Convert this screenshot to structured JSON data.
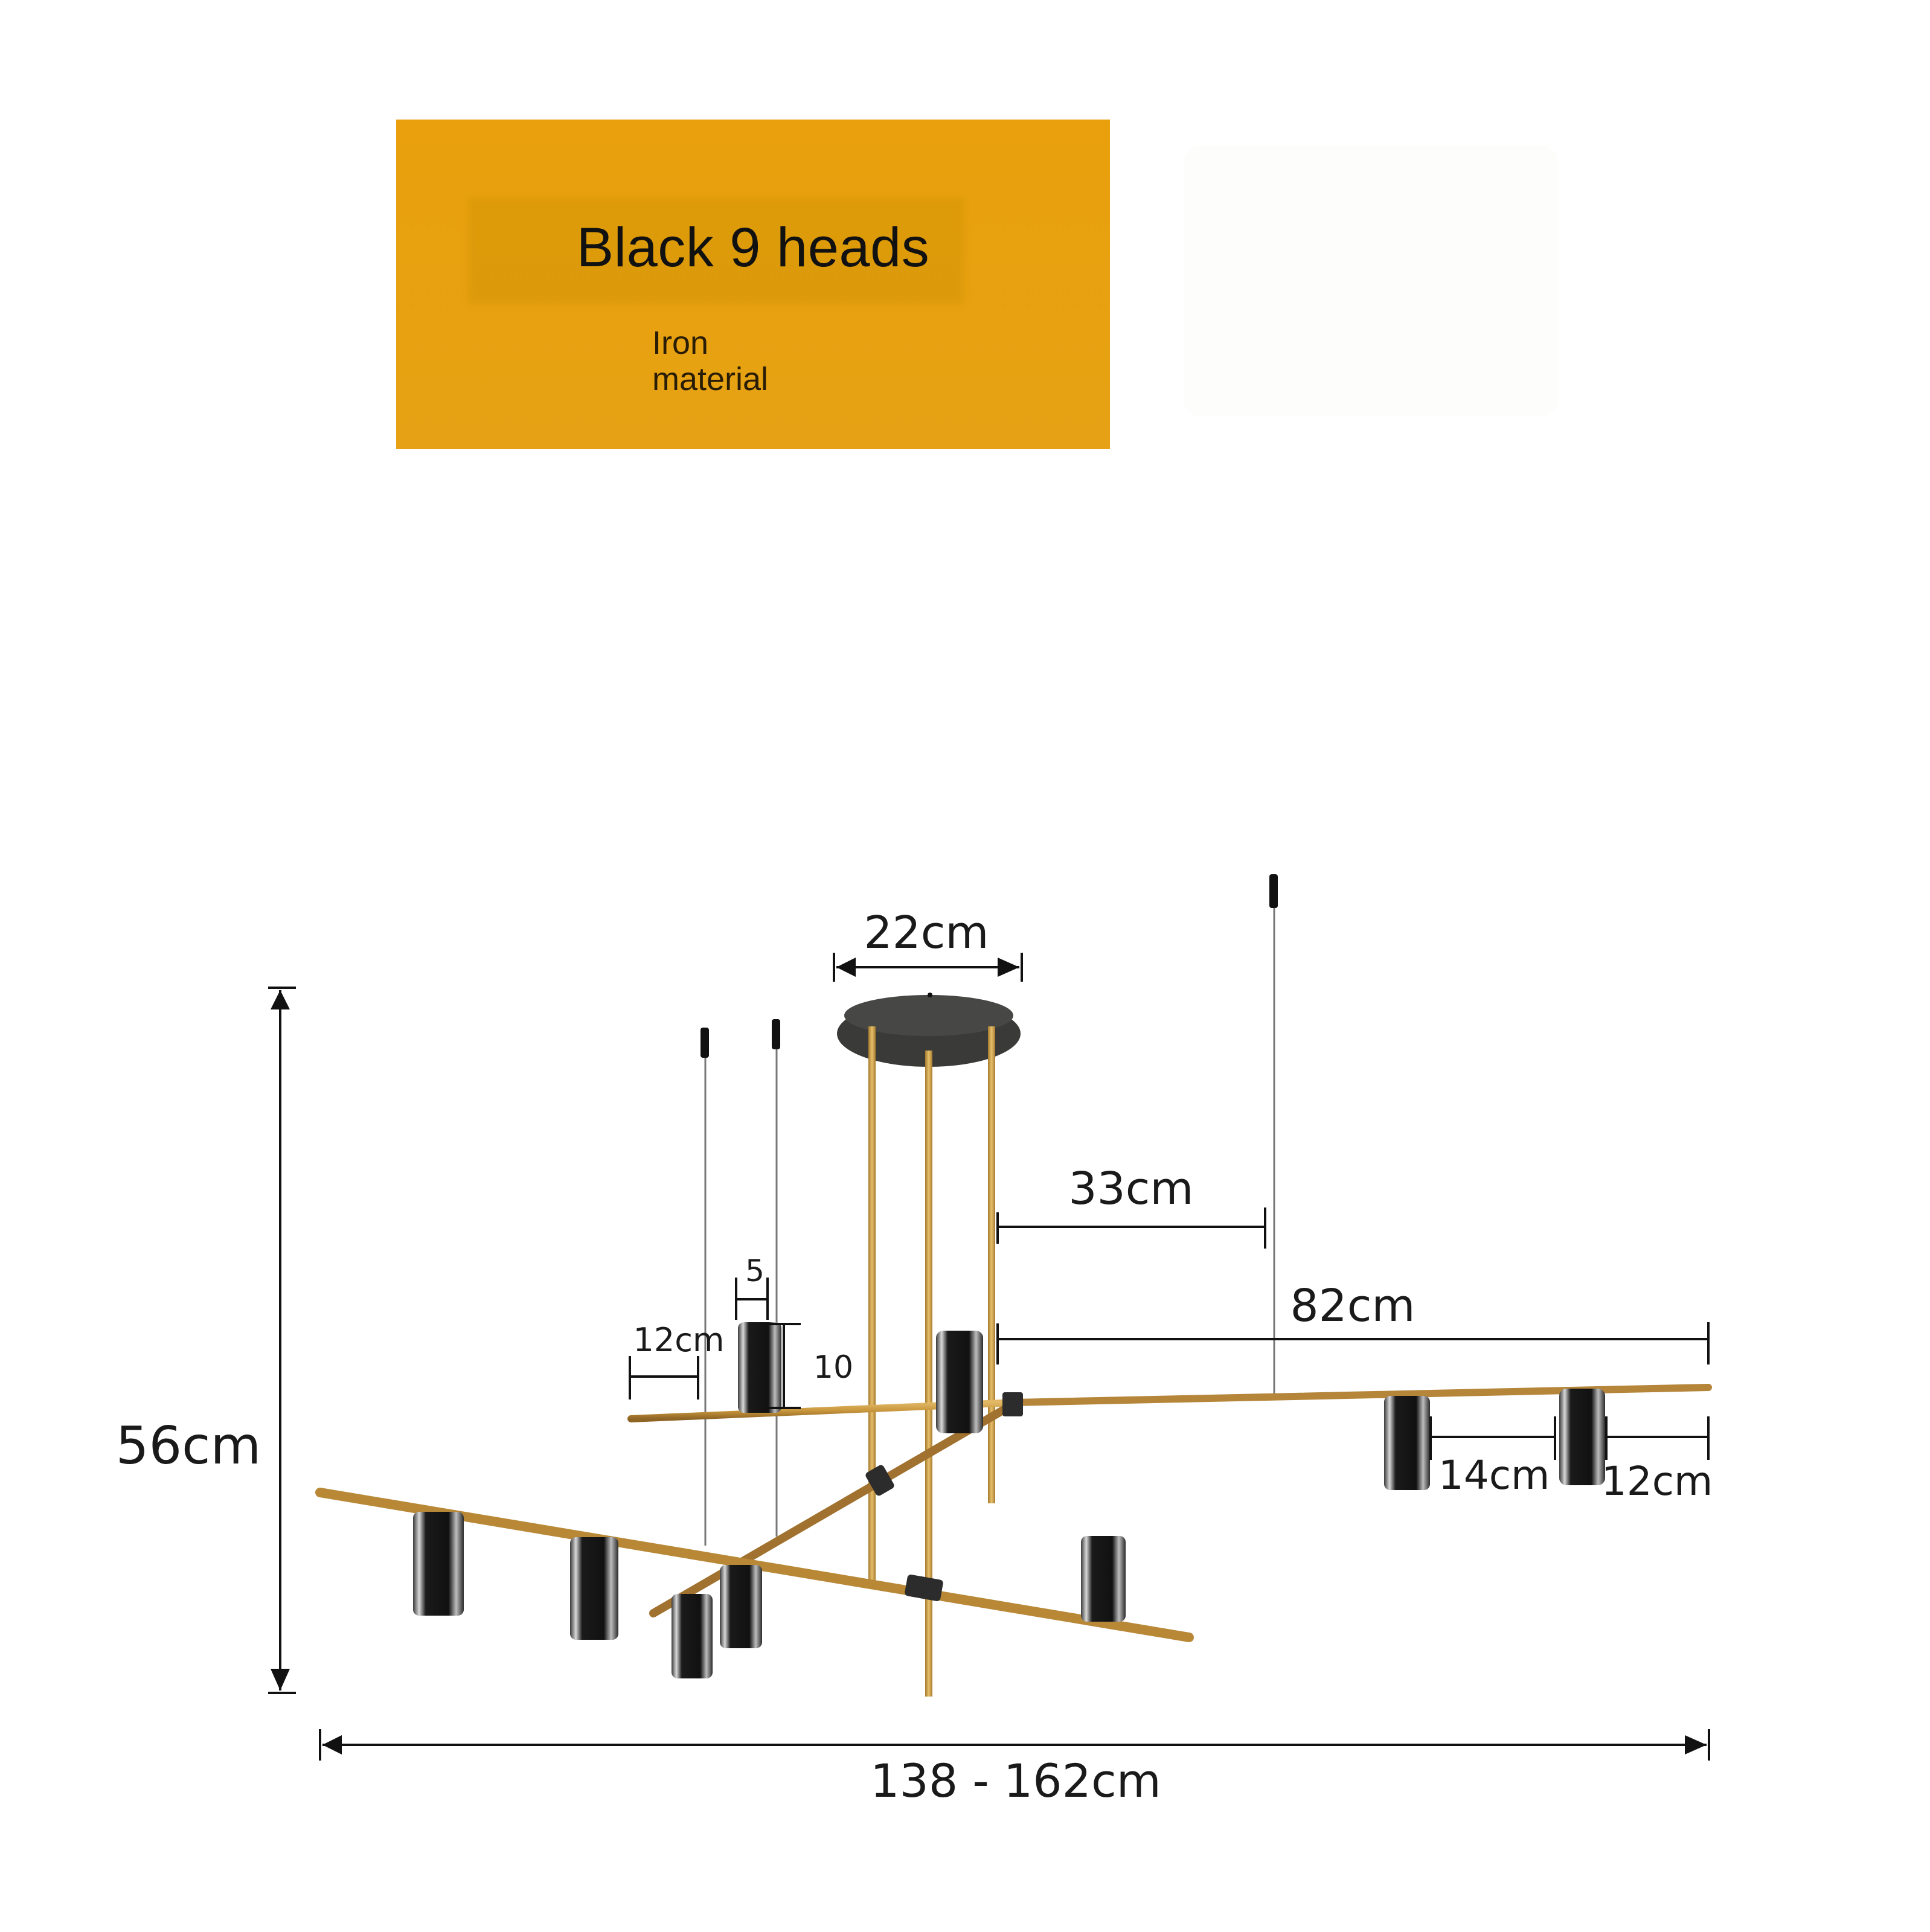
{
  "variant": {
    "title": "Black 9 heads",
    "material_line1": "Iron",
    "material_line2": "material",
    "background_color": "#E8A20E"
  },
  "product": {
    "type": "pendant chandelier",
    "heads": 9,
    "arm_color": "#C9973F",
    "shade_color": "#1E1E1E"
  },
  "dimensions": {
    "canopy_diameter": "22cm",
    "height": "56cm",
    "total_width": "138 - 162cm",
    "arm_offset": "33cm",
    "right_arm_length": "82cm",
    "shade_width": "5",
    "shade_height": "10",
    "left_end_offset": "12cm",
    "shade_spacing": "14cm",
    "right_end_offset": "12cm"
  }
}
